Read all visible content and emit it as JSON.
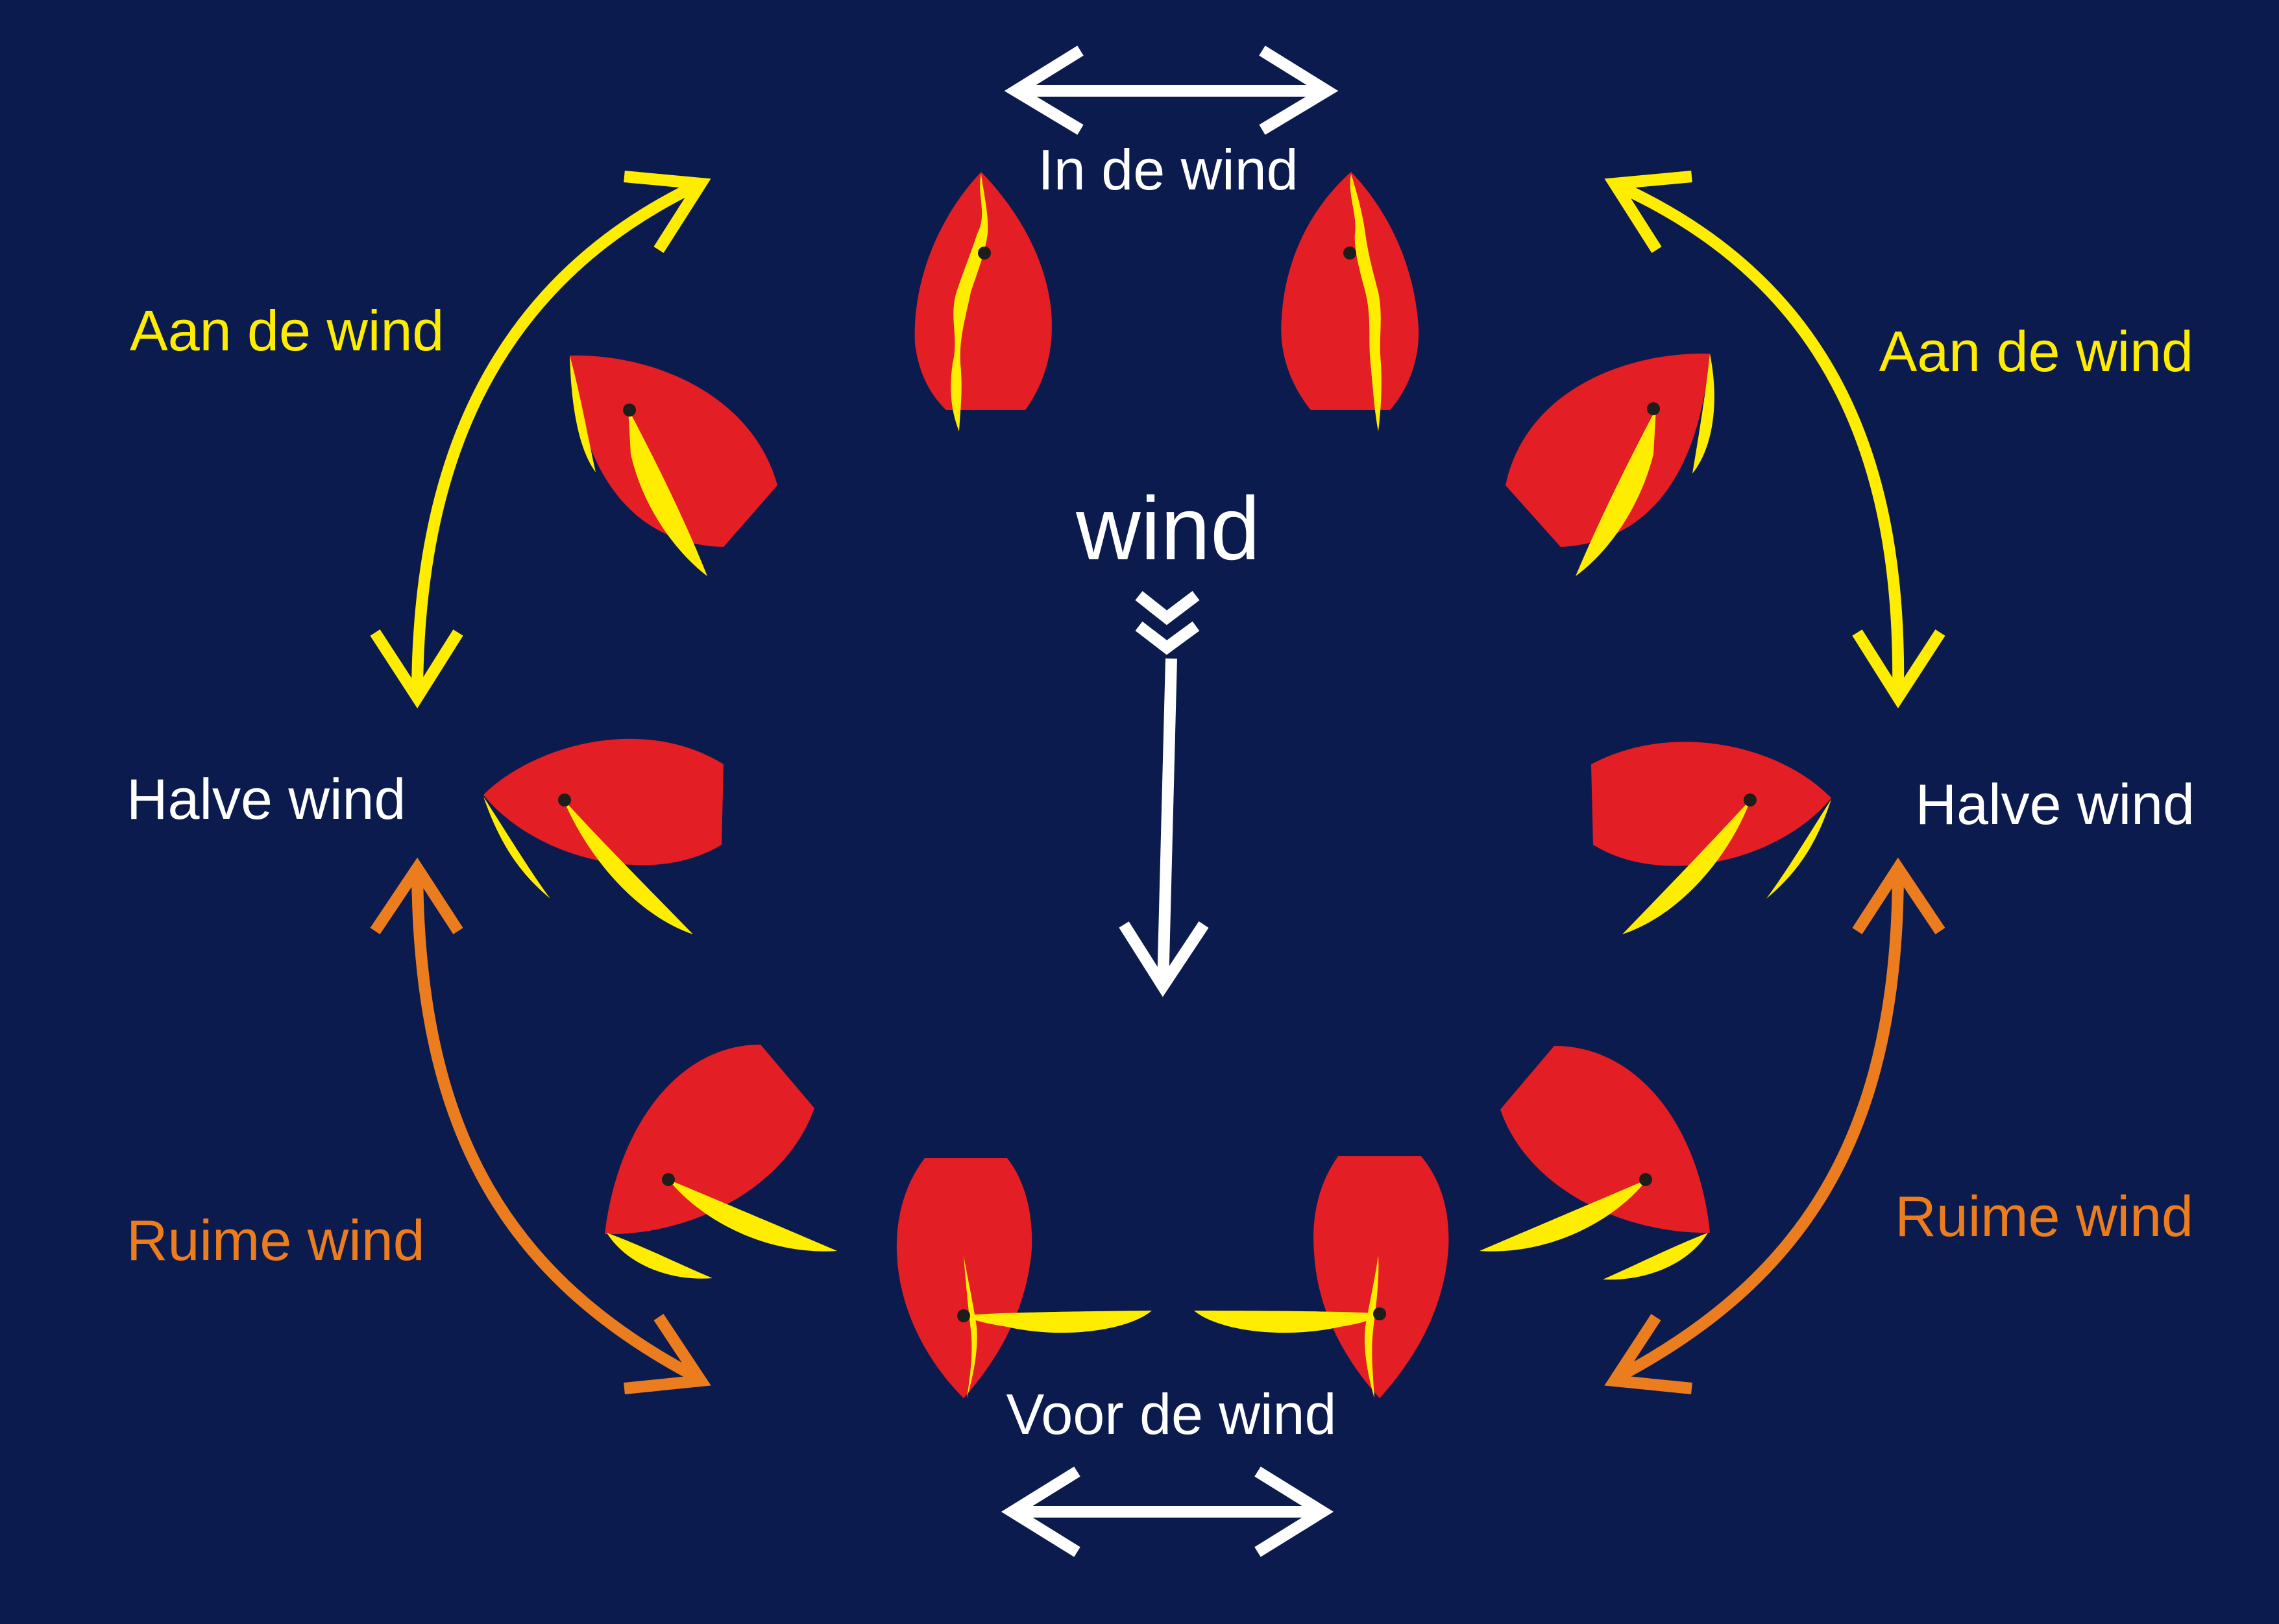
{
  "colors": {
    "background": "#0c1b4e",
    "white": "#ffffff",
    "yellow": "#ffed00",
    "orange": "#ec7d1f",
    "sail_red": "#e31e24",
    "jib_yellow": "#ffed00",
    "flutter": "#fbb900",
    "mast": "#1d1d1b"
  },
  "labels": {
    "wind": "wind",
    "in_de_wind": "In de wind",
    "aan_de_wind_left": "Aan de wind",
    "aan_de_wind_right": "Aan de wind",
    "halve_wind_left": "Halve wind",
    "halve_wind_right": "Halve wind",
    "ruime_wind_left": "Ruime wind",
    "ruime_wind_right": "Ruime wind",
    "voor_de_wind": "Voor de wind"
  },
  "icons": {
    "wind_arrow": "arrow-down-icon",
    "range_arrow": "double-headed-arrow-icon",
    "boat": "sailboat-icon"
  }
}
